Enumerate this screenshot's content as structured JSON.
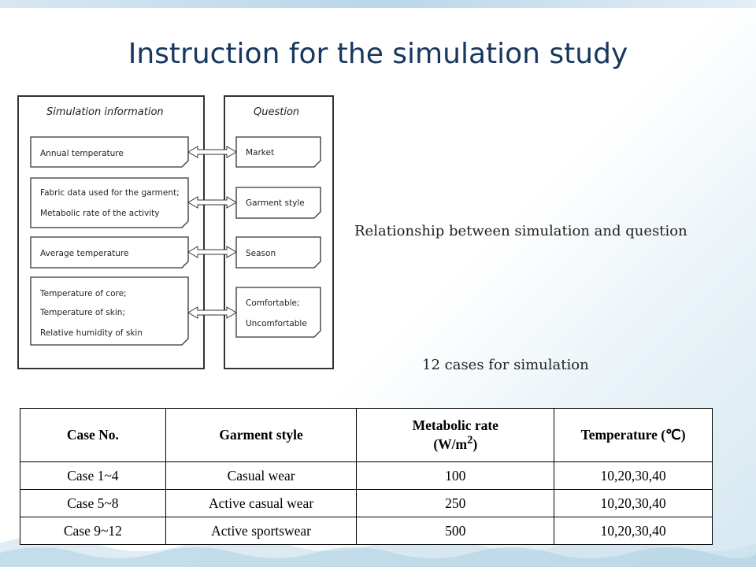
{
  "slide": {
    "title": "Instruction for the simulation study",
    "caption_relationship": "Relationship between simulation and question",
    "caption_cases": "12 cases for simulation"
  },
  "diagram": {
    "left_title": "Simulation information",
    "right_title": "Question",
    "left_boxes": [
      {
        "lines": [
          "Annual temperature"
        ]
      },
      {
        "lines": [
          "Fabric data used for the garment;",
          "Metabolic rate of the activity"
        ]
      },
      {
        "lines": [
          "Average temperature"
        ]
      },
      {
        "lines": [
          "Temperature of core;",
          "Temperature of skin;",
          "Relative humidity of skin"
        ]
      }
    ],
    "right_boxes": [
      {
        "lines": [
          "Market"
        ]
      },
      {
        "lines": [
          "Garment style"
        ]
      },
      {
        "lines": [
          "Season"
        ]
      },
      {
        "lines": [
          "Comfortable;",
          "Uncomfortable"
        ]
      }
    ]
  },
  "table": {
    "headers": [
      "Case No.",
      "Garment style",
      "Metabolic rate",
      "Temperature (℃)"
    ],
    "metabolic_unit": "(W/m",
    "metabolic_unit_sup": "2",
    "metabolic_unit_close": ")",
    "rows": [
      [
        "Case 1~4",
        "Casual wear",
        "100",
        "10,20,30,40"
      ],
      [
        "Case 5~8",
        "Active casual wear",
        "250",
        "10,20,30,40"
      ],
      [
        "Case 9~12",
        "Active sportswear",
        "500",
        "10,20,30,40"
      ]
    ]
  }
}
